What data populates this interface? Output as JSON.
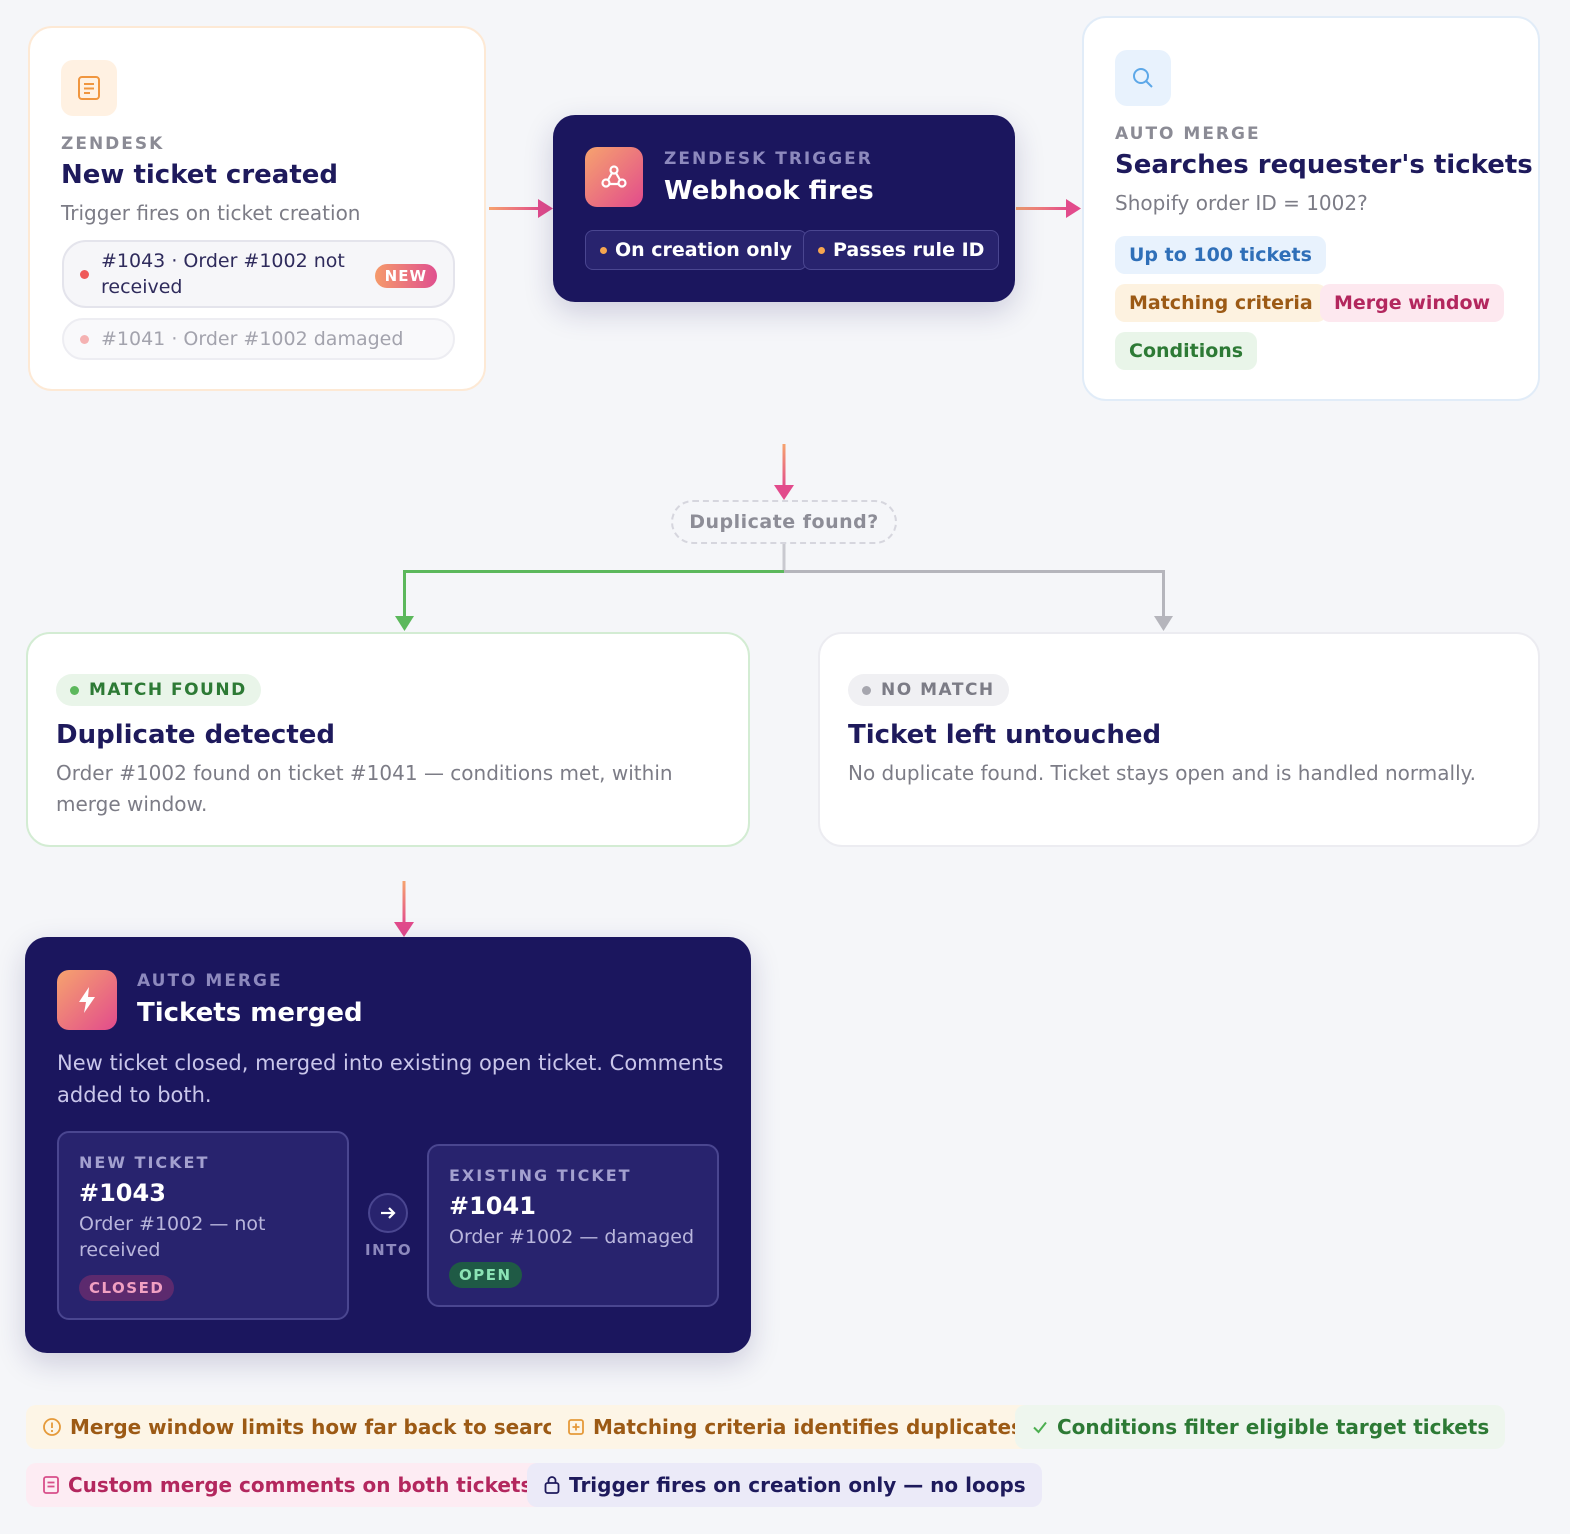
{
  "trigger_card": {
    "eyebrow": "ZENDESK",
    "title": "New ticket created",
    "desc": "Trigger fires on ticket creation",
    "tickets": [
      {
        "line1": "#1043 · Order #1002 not",
        "line2": "received",
        "badge": "NEW"
      },
      {
        "text": "#1041 · Order #1002 damaged"
      }
    ]
  },
  "webhook_card": {
    "eyebrow": "ZENDESK TRIGGER",
    "title": "Webhook fires",
    "pills": [
      "On creation only",
      "Passes rule ID"
    ]
  },
  "search_card": {
    "eyebrow": "AUTO MERGE",
    "title": "Searches requester's tickets",
    "desc": "Shopify order ID = 1002?",
    "tags": [
      "Up to 100 tickets",
      "Matching criteria",
      "Merge window",
      "Conditions"
    ]
  },
  "decision": {
    "label": "Duplicate found?"
  },
  "match_card": {
    "status": "MATCH FOUND",
    "title": "Duplicate detected",
    "desc": "Order #1002 found on ticket #1041 — conditions met, within merge window."
  },
  "nomatch_card": {
    "status": "NO MATCH",
    "title": "Ticket left untouched",
    "desc": "No duplicate found. Ticket stays open and is handled normally."
  },
  "merged_card": {
    "eyebrow": "AUTO MERGE",
    "title": "Tickets merged",
    "desc": "New ticket closed, merged into existing open ticket. Comments added to both.",
    "new_ticket": {
      "label": "NEW TICKET",
      "number": "#1043",
      "line1": "Order #1002 — not",
      "line2": "received",
      "status": "CLOSED"
    },
    "into_label": "INTO",
    "existing_ticket": {
      "label": "EXISTING TICKET",
      "number": "#1041",
      "text": "Order #1002 — damaged",
      "status": "OPEN"
    }
  },
  "features": [
    {
      "text": "Merge window limits how far back to search",
      "icon": "alert-circle-icon"
    },
    {
      "text": "Matching criteria identifies duplicates",
      "icon": "plus-square-icon"
    },
    {
      "text": "Conditions filter eligible target tickets",
      "icon": "check-icon"
    },
    {
      "text": "Custom merge comments on both tickets",
      "icon": "document-icon"
    },
    {
      "text": "Trigger fires on creation only — no loops",
      "icon": "lock-icon"
    }
  ],
  "colors": {
    "navy": "#1b165e",
    "accent_orange": "#f6a36e",
    "accent_pink": "#e24b8c",
    "match_green": "#5cb85c",
    "no_match_gray": "#b5b5bc"
  }
}
